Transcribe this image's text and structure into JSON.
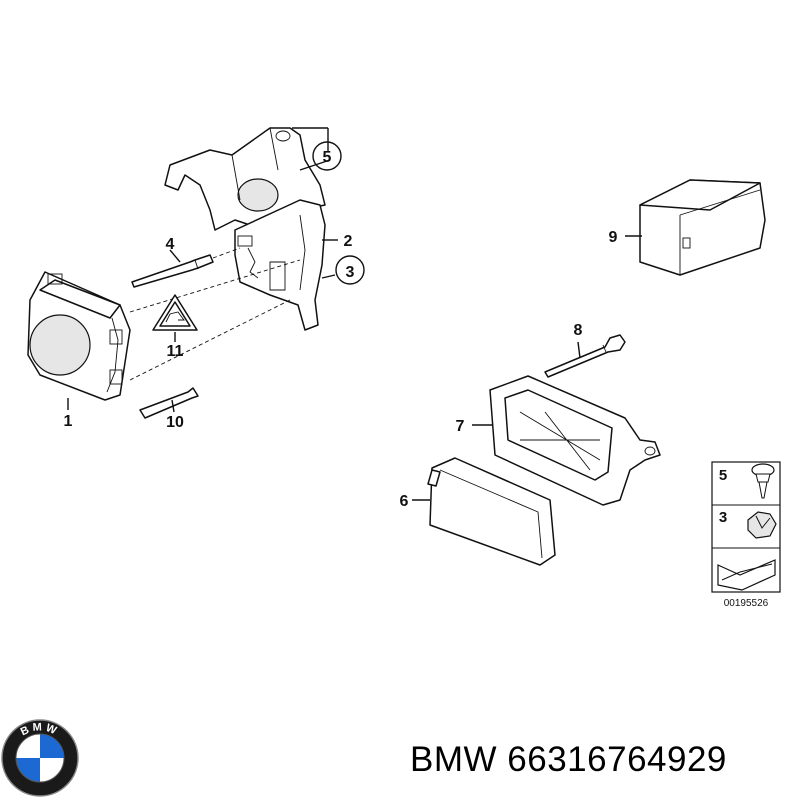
{
  "diagram": {
    "callouts": {
      "c1": "1",
      "c2": "2",
      "c3": "3",
      "c4": "4",
      "c5": "5",
      "c6": "6",
      "c7": "7",
      "c8": "8",
      "c9": "9",
      "c10": "10",
      "c11": "11"
    },
    "legend": {
      "item_5": "5",
      "item_3": "3",
      "code": "00195526"
    }
  },
  "brand": {
    "name": "BMW",
    "part_number": "66316764929",
    "logo_letters": "BMW",
    "colors": {
      "blue": "#1c69d4",
      "black": "#111111",
      "white": "#ffffff"
    }
  }
}
